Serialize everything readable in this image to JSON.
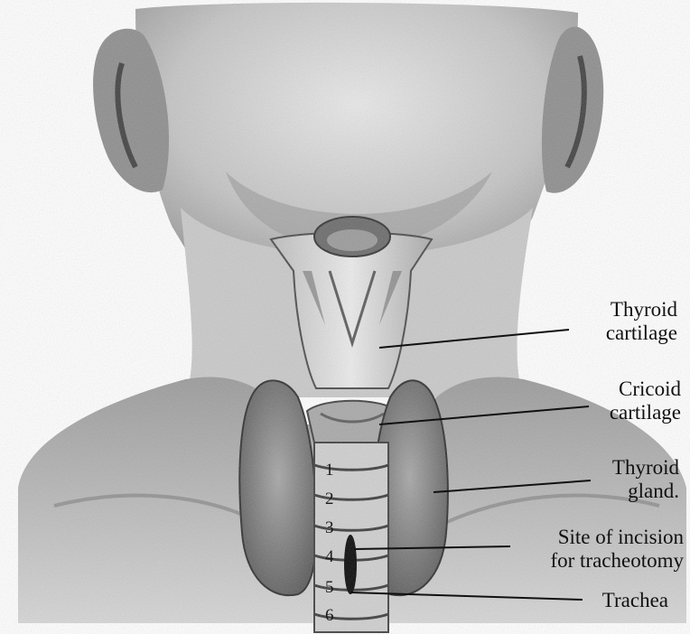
{
  "figure": {
    "labels": {
      "thyroid_cartilage_line1": "Thyroid",
      "thyroid_cartilage_line2": "cartilage",
      "cricoid_cartilage_line1": "Cricoid",
      "cricoid_cartilage_line2": "cartilage",
      "thyroid_gland_line1": "Thyroid",
      "thyroid_gland_line2": "gland.",
      "incision_line1": "Site of incision",
      "incision_line2": "for tracheotomy",
      "trachea": "Trachea"
    },
    "tracheal_rings": [
      "1",
      "2",
      "3",
      "4",
      "5",
      "6"
    ],
    "colors": {
      "background": "#ffffff",
      "skin_shade": "#bdbdbd",
      "dark_shade": "#555555",
      "line": "#111111"
    }
  }
}
